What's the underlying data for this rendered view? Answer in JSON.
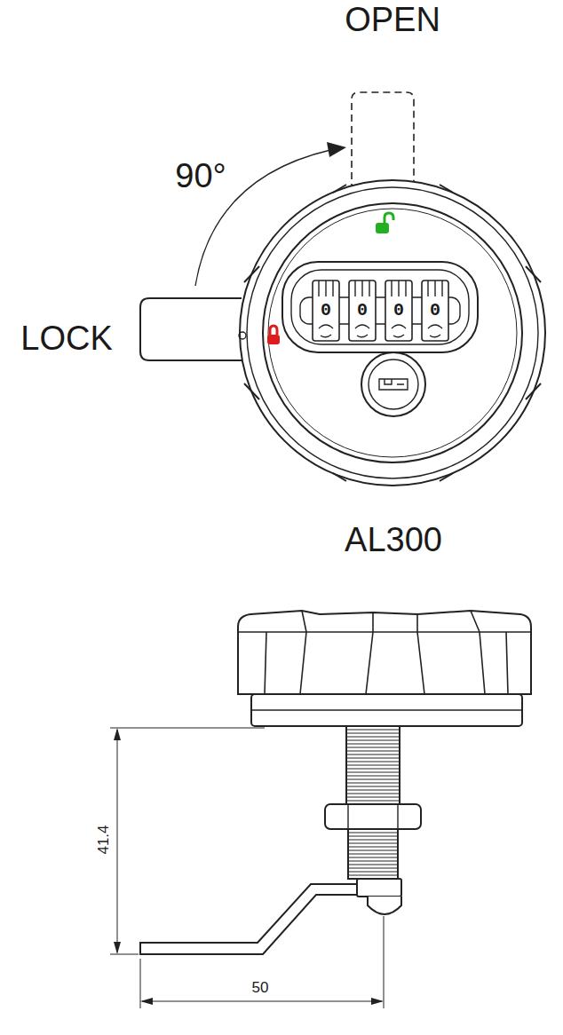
{
  "diagram": {
    "labels": [
      "OPEN",
      "90°",
      "LOCK",
      "0",
      "0",
      "0",
      "0",
      "AL300",
      "41.4",
      "50"
    ]
  }
}
